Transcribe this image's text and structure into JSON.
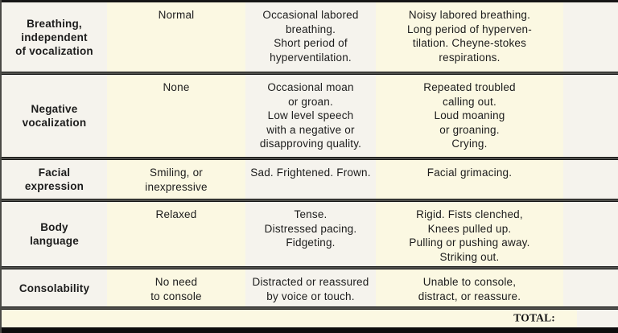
{
  "colors": {
    "cream": "#fbf8e2",
    "paper": "#f5f3ed",
    "rule": "#141414"
  },
  "table": {
    "rows": [
      {
        "label": "Breathing,\nindependent\nof vocalization",
        "score0": "Normal",
        "score1": "Occasional labored\nbreathing.\nShort period of\nhyperventilation.",
        "score2": "Noisy labored breathing.\nLong period of hyperven-\ntilation. Cheyne-stokes\nrespirations.",
        "score": ""
      },
      {
        "label": "Negative\nvocalization",
        "score0": "None",
        "score1": "Occasional moan\nor groan.\nLow level speech\nwith a negative or\ndisapproving quality.",
        "score2": "Repeated troubled\ncalling out.\nLoud moaning\nor groaning.\nCrying.",
        "score": ""
      },
      {
        "label": "Facial\nexpression",
        "score0": "Smiling, or\ninexpressive",
        "score1": "Sad. Frightened. Frown.",
        "score2": "Facial grimacing.",
        "score": ""
      },
      {
        "label": "Body\nlanguage",
        "score0": "Relaxed",
        "score1": "Tense.\nDistressed pacing.\nFidgeting.",
        "score2": "Rigid. Fists clenched,\nKnees pulled up.\nPulling or pushing away.\nStriking out.",
        "score": ""
      },
      {
        "label": "Consolability",
        "score0": "No need\nto console",
        "score1": "Distracted or reassured\nby voice or touch.",
        "score2": "Unable to console,\ndistract, or reassure.",
        "score": ""
      }
    ],
    "total_label": "TOTAL:"
  }
}
